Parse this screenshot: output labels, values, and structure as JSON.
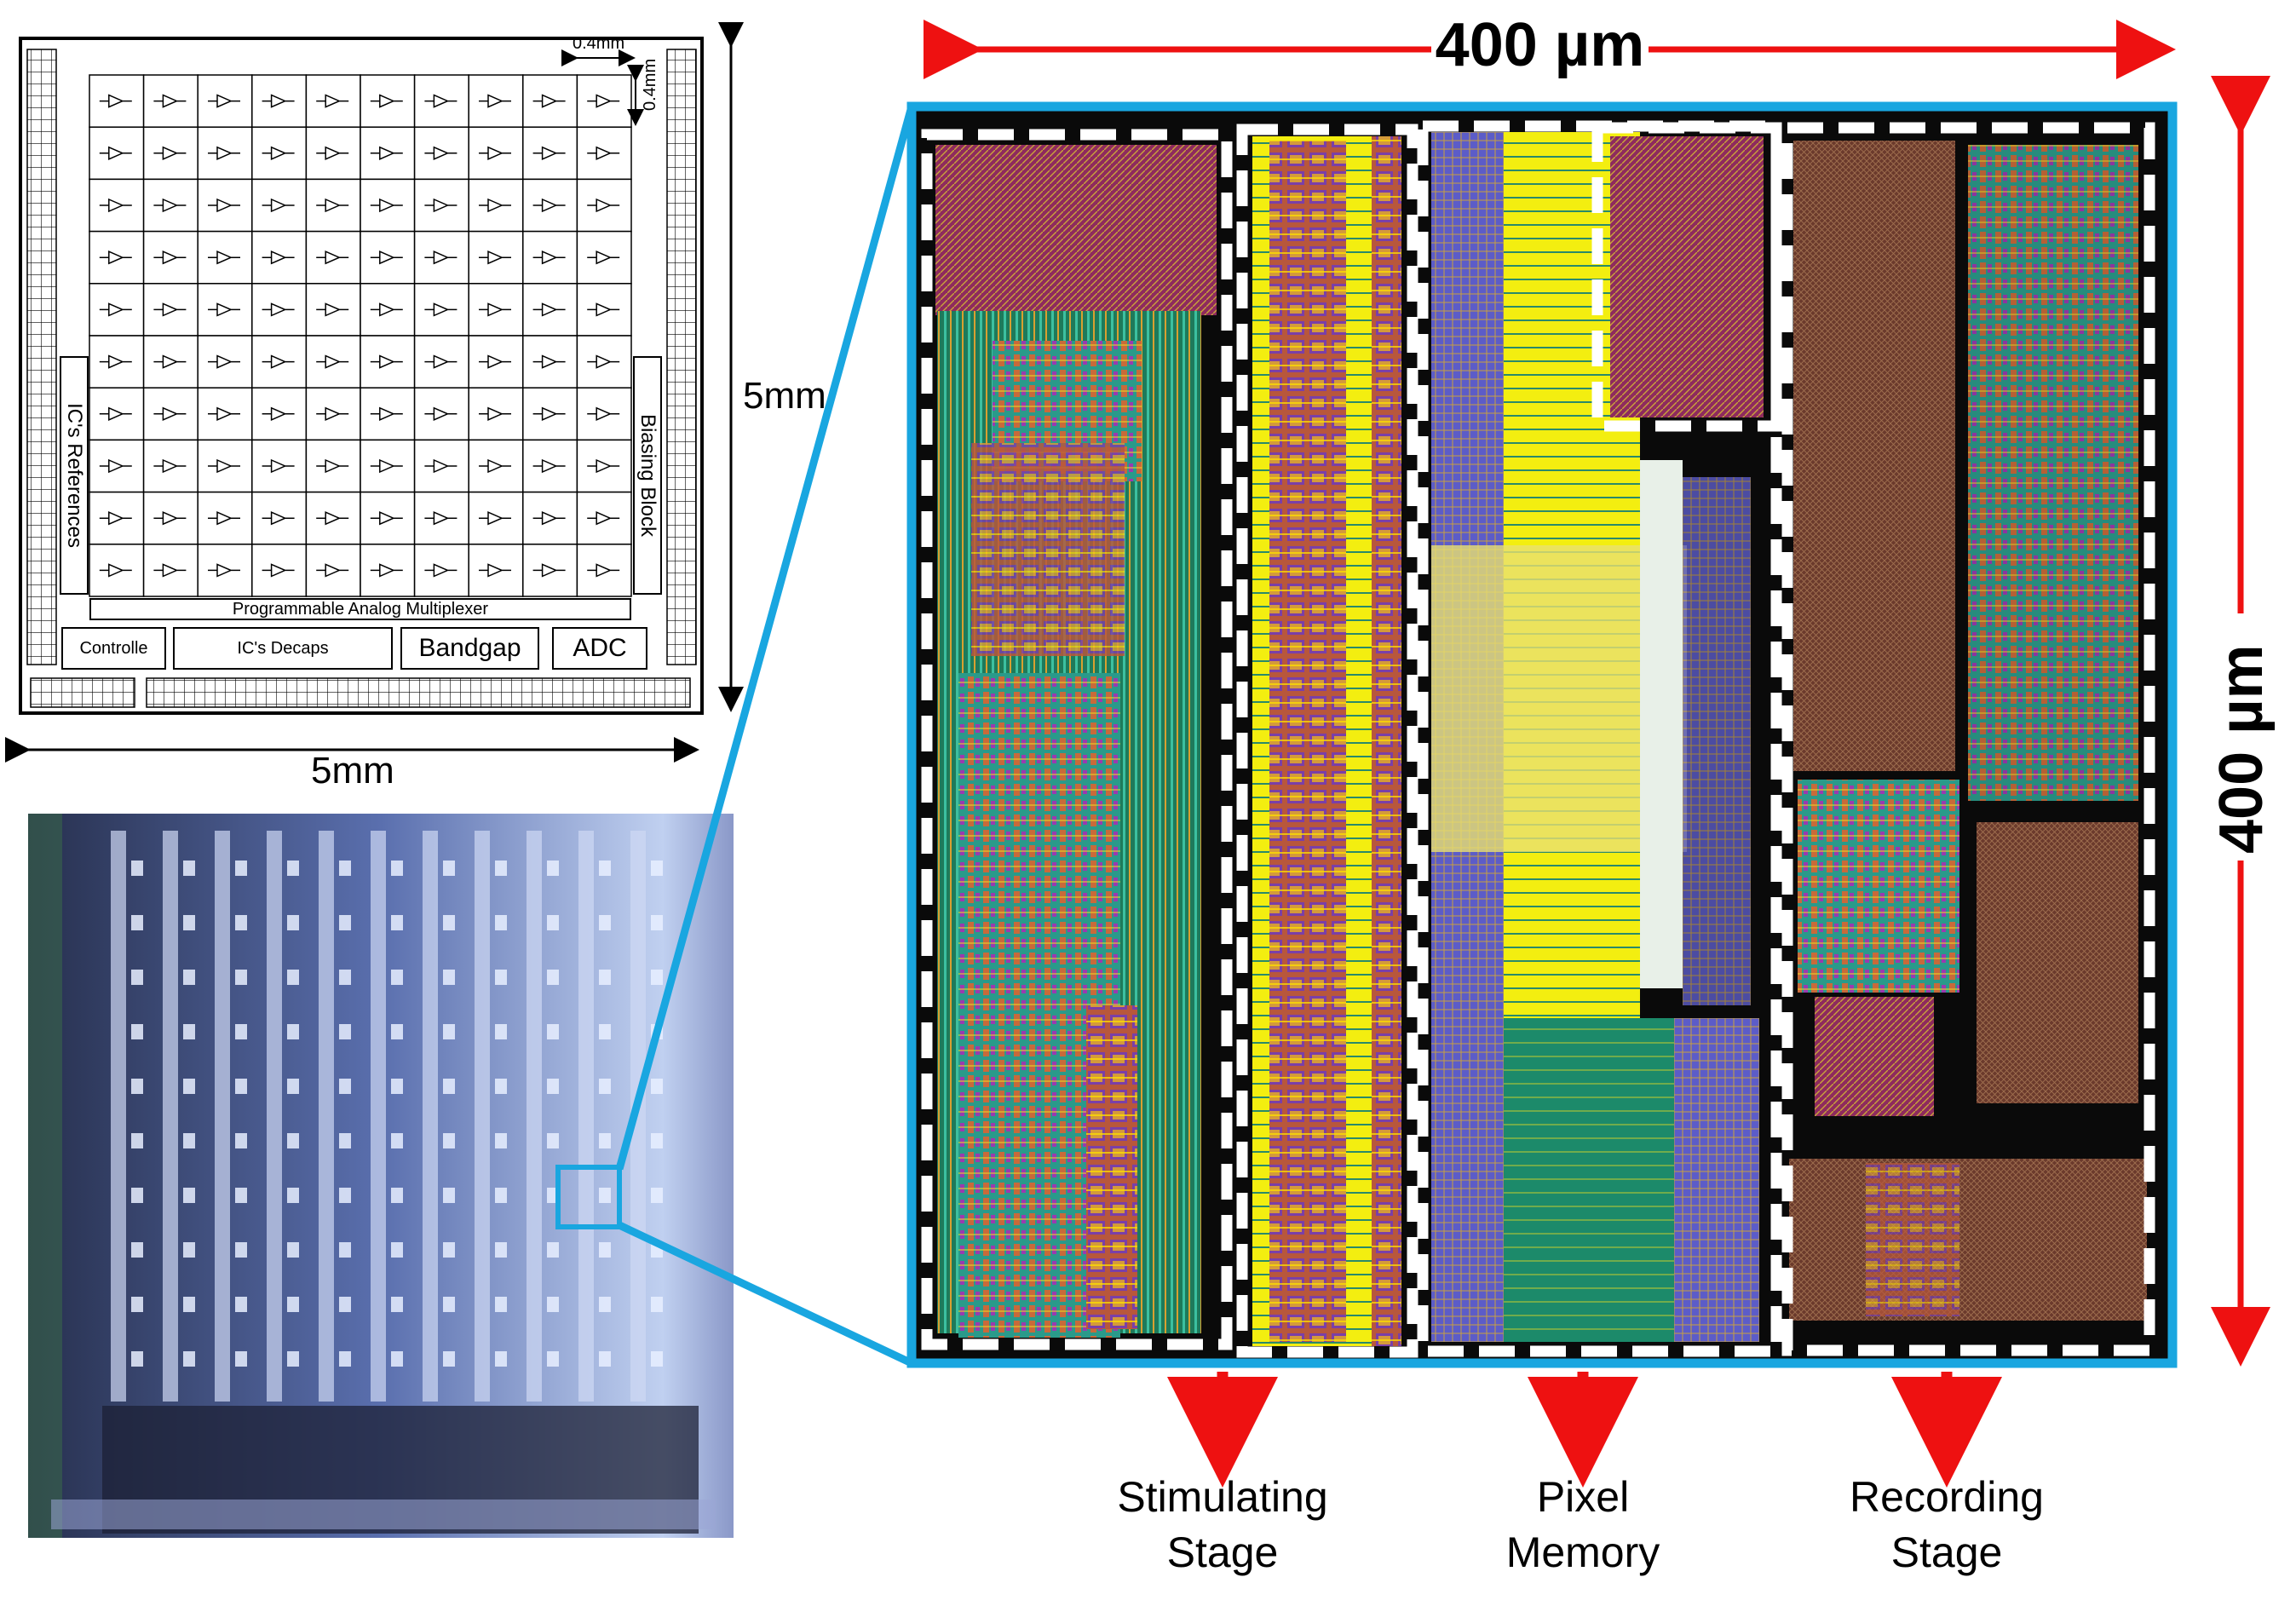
{
  "floorplan": {
    "dim_cell_w": "0.4mm",
    "dim_cell_h": "0.4mm",
    "dim_height": "5mm",
    "dim_width": "5mm",
    "left_block": "IC's References",
    "right_block": "Biasing Block",
    "mux_label": "Programmable Analog Multiplexer",
    "controller_label": "Controlle",
    "decaps_label": "IC's Decaps",
    "bandgap_label": "Bandgap",
    "adc_label": "ADC",
    "grid_rows": 10,
    "grid_cols": 10
  },
  "layout": {
    "dim_top": "400 µm",
    "dim_right": "400 µm",
    "frame_color": "#19a6e0",
    "arrow_color": "#ee1111"
  },
  "stages": [
    {
      "line1": "Stimulating",
      "line2": "Stage"
    },
    {
      "line1": "Pixel",
      "line2": "Memory"
    },
    {
      "line1": "Recording",
      "line2": "Stage"
    }
  ]
}
